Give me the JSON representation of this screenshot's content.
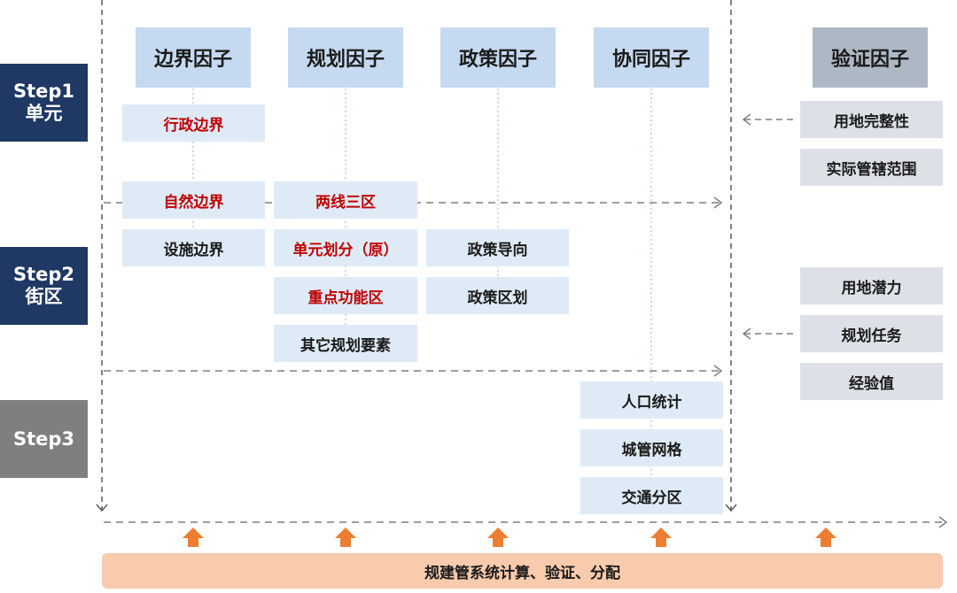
{
  "steps": {
    "step1": {
      "line1": "Step1",
      "line2": "单元"
    },
    "step2": {
      "line1": "Step2",
      "line2": "街区"
    },
    "step3": {
      "line1": "Step3"
    }
  },
  "headers": {
    "boundary": "边界因子",
    "planning": "规划因子",
    "policy": "政策因子",
    "synergy": "协同因子",
    "validation": "验证因子"
  },
  "boundary_items": {
    "admin": "行政边界",
    "natural": "自然边界",
    "facility": "设施边界"
  },
  "planning_items": {
    "two_lines": "两线三区",
    "unit_division": "单元划分（原）",
    "key_function": "重点功能区",
    "other": "其它规划要素"
  },
  "policy_items": {
    "guidance": "政策导向",
    "zoning": "政策区划"
  },
  "synergy_items": {
    "population": "人口统计",
    "grid": "城管网格",
    "traffic": "交通分区"
  },
  "validation_items": {
    "integrity": "用地完整性",
    "jurisdiction": "实际管辖范围",
    "potential": "用地潜力",
    "task": "规划任务",
    "experience": "经验值"
  },
  "bottom_bar": "规建管系统计算、验证、分配",
  "colors": {
    "step_navy": "#1f3864",
    "step_gray": "#7f7f7f",
    "header_blue": "#c5d9f0",
    "box_blue": "#deebf7",
    "validation_header": "#aeb8c4",
    "validation_box": "#dde1e7",
    "red_text": "#c00000",
    "orange_arrow": "#ed7d31",
    "bottom_bar": "#f8cbad"
  }
}
